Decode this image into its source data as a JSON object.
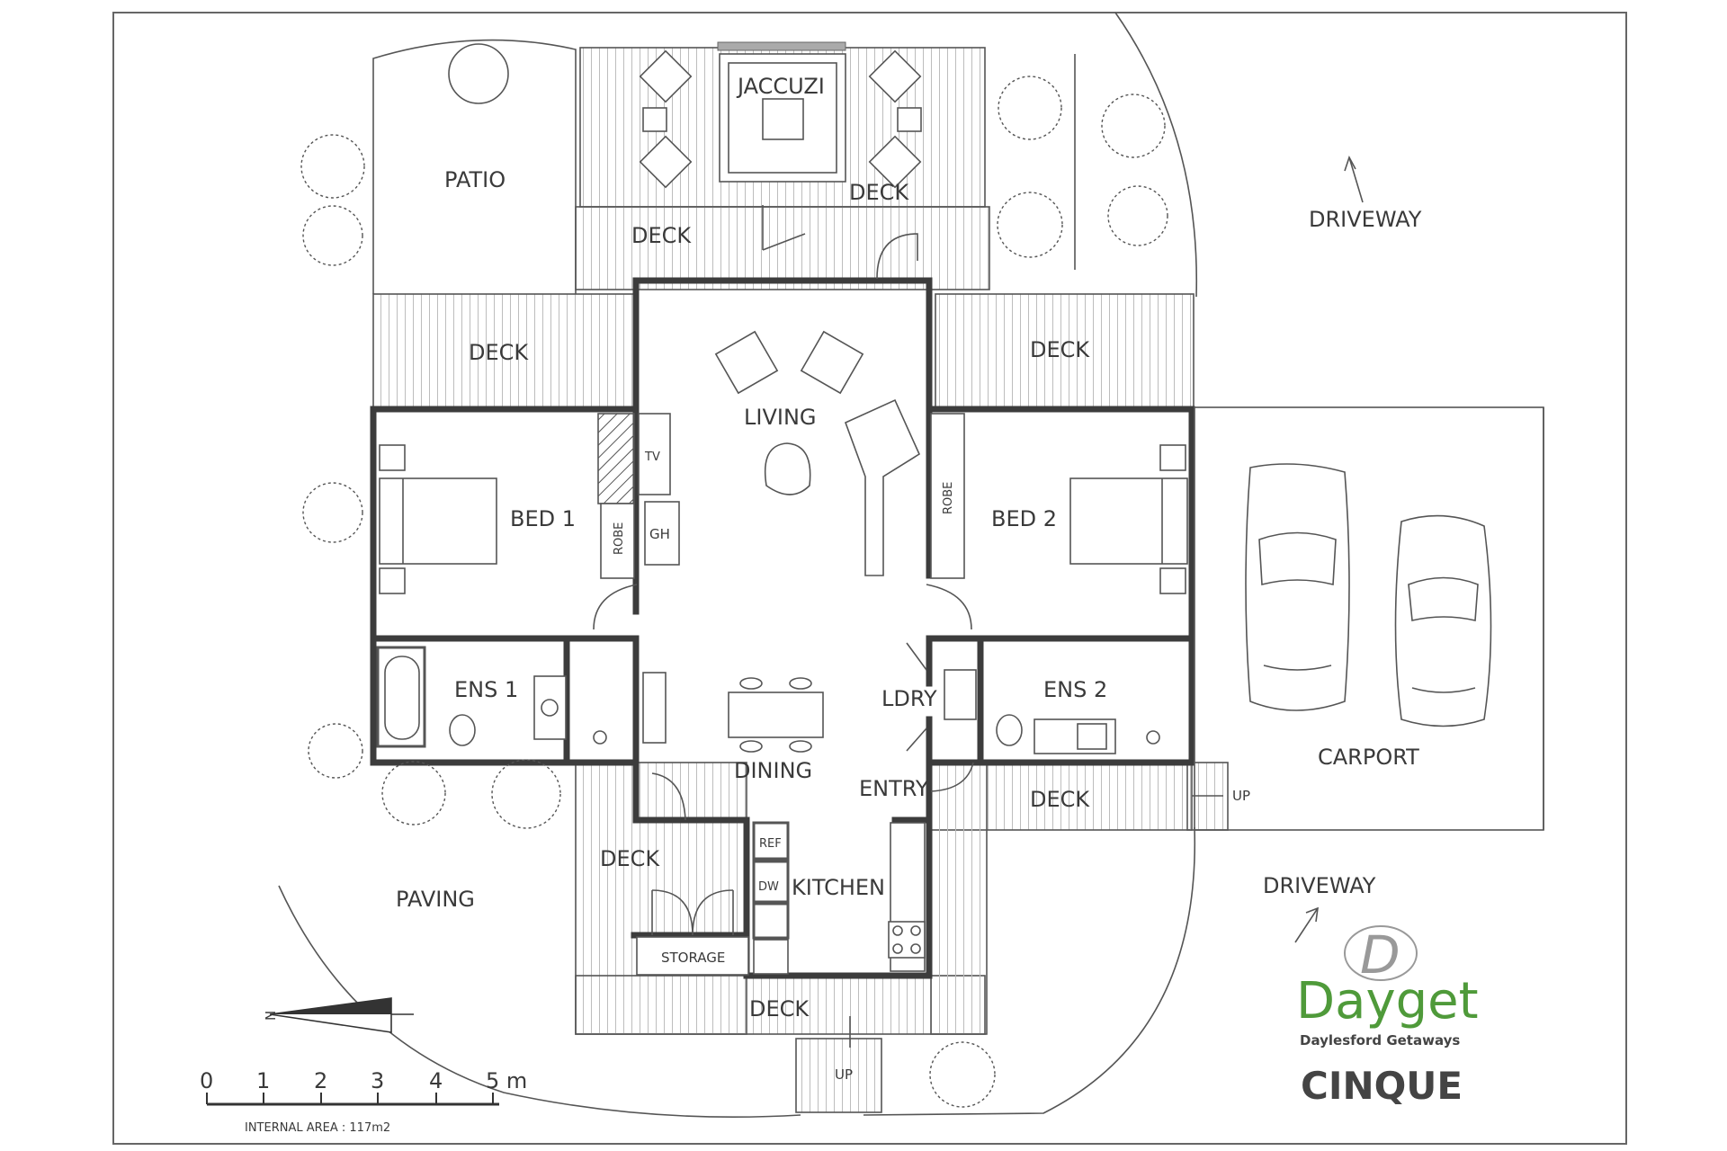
{
  "rooms": {
    "patio": "PATIO",
    "jaccuzi": "JACCUZI",
    "deck": "DECK",
    "living": "LIVING",
    "bed1": "BED 1",
    "bed2": "BED 2",
    "robe": "ROBE",
    "tv": "TV",
    "gh": "GH",
    "ens1": "ENS 1",
    "ens2": "ENS 2",
    "ldry": "LDRY",
    "dining": "DINING",
    "entry": "ENTRY",
    "kitchen": "KITCHEN",
    "ref": "REF",
    "dw": "DW",
    "storage": "STORAGE",
    "paving": "PAVING",
    "carport": "CARPORT",
    "driveway": "DRIVEWAY",
    "up": "UP"
  },
  "scale": {
    "ticks": [
      "0",
      "1",
      "2",
      "3",
      "4",
      "5 m"
    ],
    "internal_area": "INTERNAL AREA : 117m2"
  },
  "north": {
    "label": "N"
  },
  "branding": {
    "logo_letter": "D",
    "name": "Dayget",
    "tagline": "Daylesford Getaways",
    "property": "CINQUE",
    "brand_color": "#4f9a3a"
  }
}
